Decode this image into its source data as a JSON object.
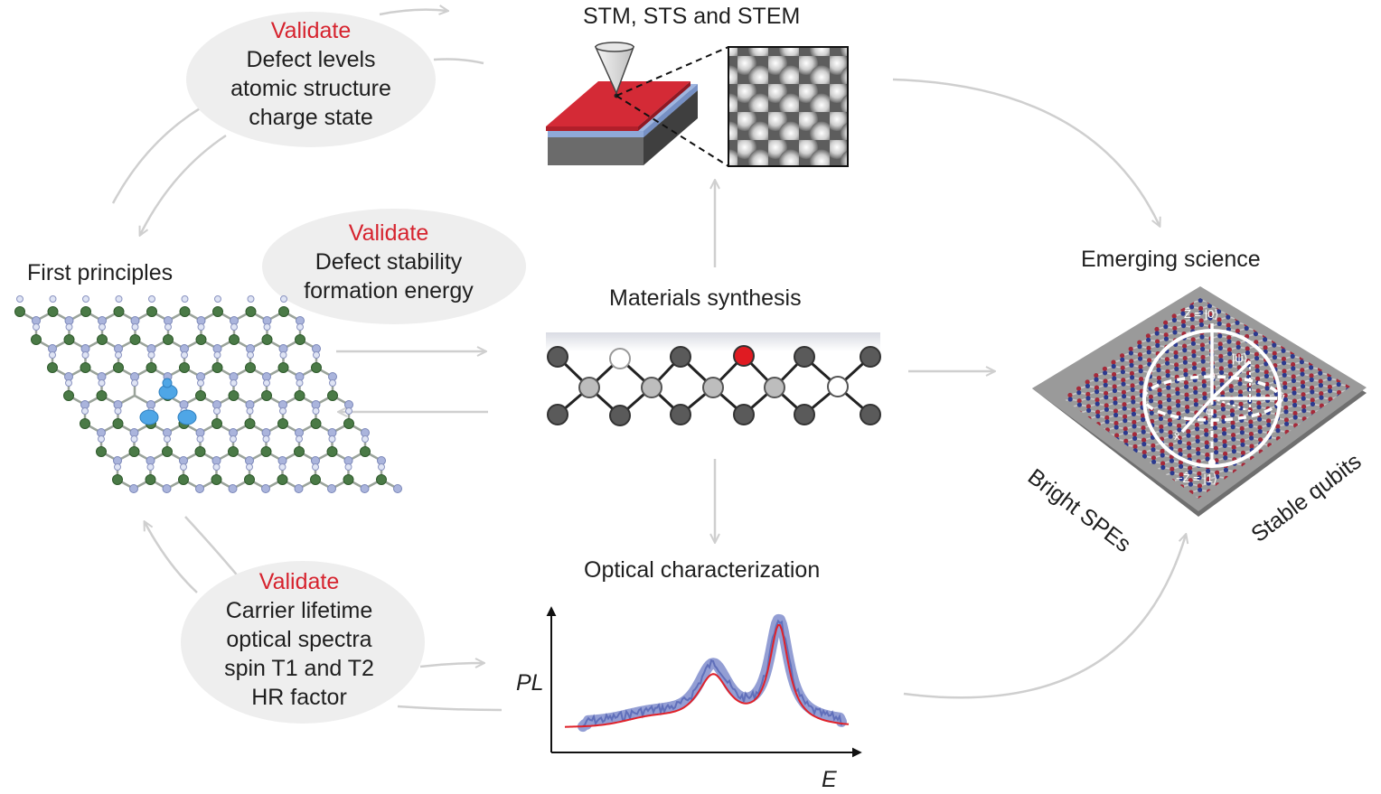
{
  "stages": {
    "stm": "STM, STS and STEM",
    "synthesis": "Materials synthesis",
    "optical": "Optical characterization",
    "first_principles": "First principles",
    "emerging": "Emerging science"
  },
  "validate_boxes": [
    {
      "heading": "Validate",
      "lines": [
        "Defect levels",
        "atomic structure",
        "charge state"
      ]
    },
    {
      "heading": "Validate",
      "lines": [
        "Defect stability",
        "formation energy"
      ]
    },
    {
      "heading": "Validate",
      "lines": [
        "Carrier lifetime",
        "optical spectra",
        "spin T1 and T2",
        "HR factor"
      ]
    }
  ],
  "spectrum": {
    "ylabel": "PL",
    "xlabel": "E"
  },
  "qubit_panel": {
    "left_label": "Bright SPEs",
    "right_label": "Stable qubits",
    "bloch_top": "Ẑ = |0⟩",
    "bloch_bottom": "−Ẑ = |1⟩",
    "bloch_state": "|ψ⟩",
    "axis_x": "x̂",
    "axis_y": "ŷ",
    "theta": "θ",
    "phi": "φ"
  },
  "colors": {
    "validate": "#d6232e",
    "arrow": "#cfcfcf",
    "bubble": "#eeeeee",
    "sample_top": "#d42a36",
    "sample_layer": "#8fa9d8",
    "spectrum_data": "#3b4fb0",
    "spectrum_fit": "#e0222a",
    "lattice_green": "#4a7a46",
    "lattice_blue": "#aab4dc",
    "qubit_red": "#a52a3a",
    "qubit_blue": "#2b3a8f"
  }
}
